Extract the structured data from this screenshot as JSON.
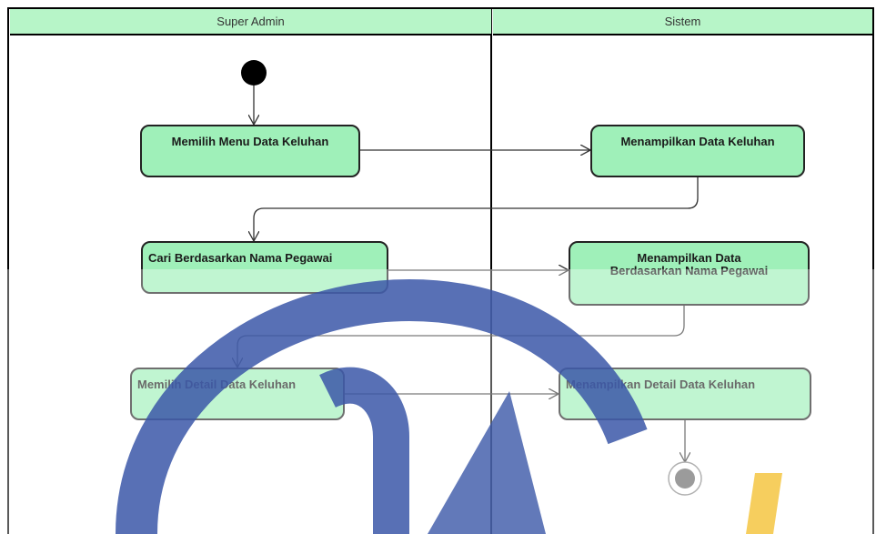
{
  "lanes": [
    {
      "label": "Super Admin"
    },
    {
      "label": "Sistem"
    }
  ],
  "activities": {
    "memilih_menu": "Memilih Menu Data Keluhan",
    "menampilkan_data": "Menampilkan Data Keluhan",
    "cari_nama": "Cari Berdasarkan Nama Pegawai",
    "menampilkan_nama": "Menampilkan Data\nBerdasarkan Nama Pegawai",
    "memilih_detail": "Memilih Detail Data Keluhan",
    "menampilkan_detail": "Menampilkan Detail Data Keluhan"
  },
  "colors": {
    "lane_header": "#b7f5c8",
    "activity_fill": "#9ff0b9",
    "watermark_blue": "#3b57a8",
    "watermark_gold": "#f5c542"
  }
}
